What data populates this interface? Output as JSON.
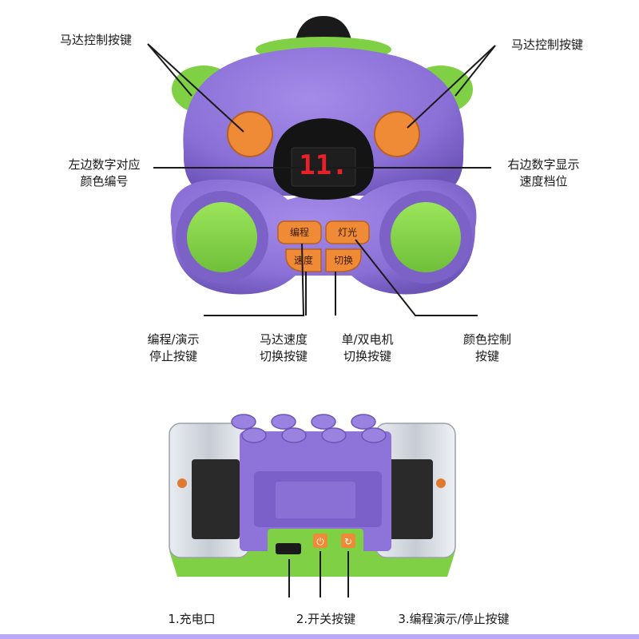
{
  "remote": {
    "display_digits": "11.",
    "buttons": {
      "program": "编程",
      "light": "灯光",
      "speed": "速度",
      "switch": "切换"
    }
  },
  "callouts": {
    "motor_left": "马达控制按键",
    "motor_right": "马达控制按键",
    "left_number": [
      "左边数字对应",
      "颜色编号"
    ],
    "right_number": [
      "右边数字显示",
      "速度档位"
    ],
    "program_demo": [
      "编程/演示",
      "停止按键"
    ],
    "motor_speed": [
      "马达速度",
      "切换按键"
    ],
    "single_double": [
      "单/双电机",
      "切换按键"
    ],
    "color_control": [
      "颜色控制",
      "按键"
    ]
  },
  "battery_box": {
    "labels": {
      "charge_port": "1.充电口",
      "power_button": "2.开关按键",
      "program_button": "3.编程演示/停止按键"
    }
  },
  "colors": {
    "body_purple": "#8e73d8",
    "accent_green": "#7fd044",
    "button_orange": "#ef8a36",
    "screen": "#141414",
    "digit_red": "#e8202a"
  }
}
